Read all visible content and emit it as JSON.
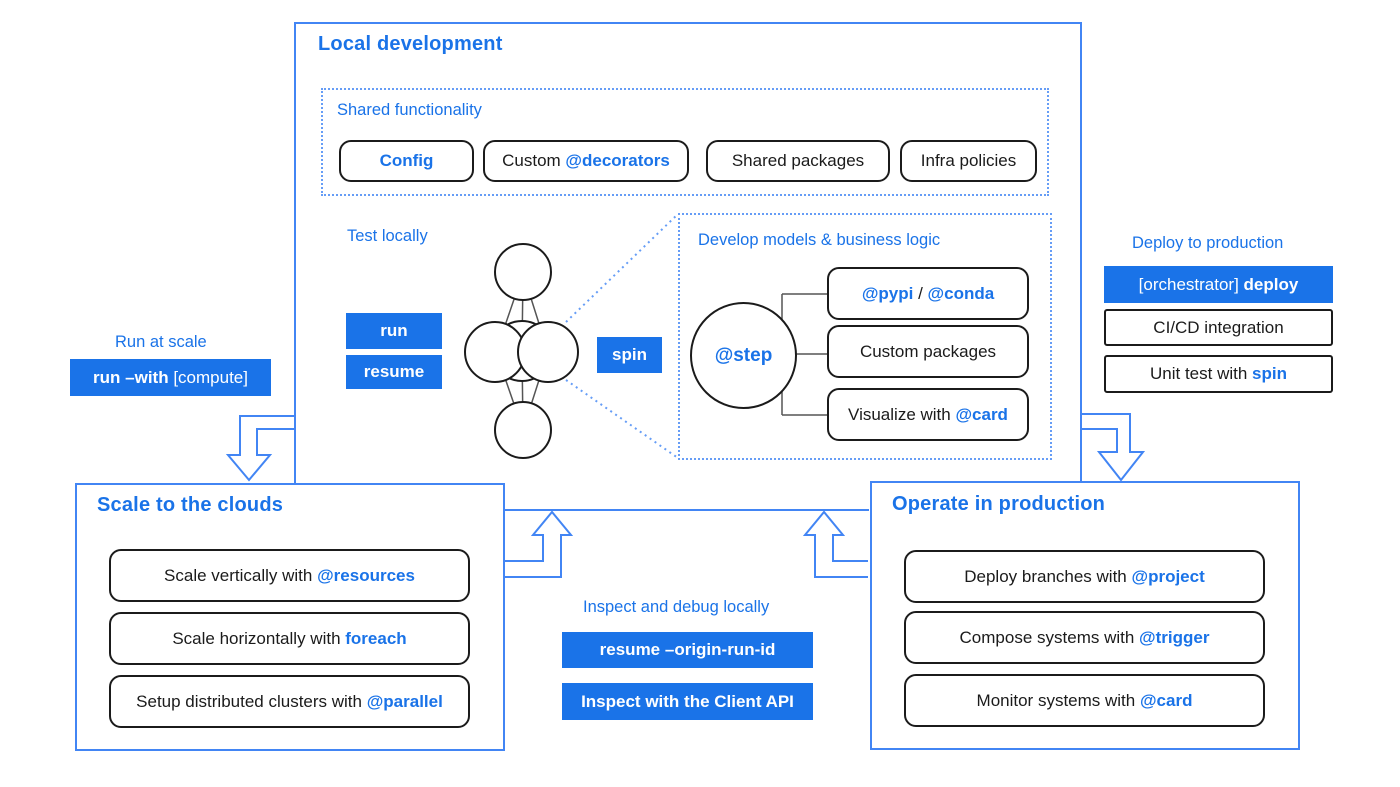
{
  "colors": {
    "accent_text": "#1a73e8",
    "button_fill": "#1a73e8",
    "frame_border": "#4285f4",
    "dotted_border": "#669df6",
    "item_border": "#1b1b1b",
    "background": "#ffffff"
  },
  "local_dev": {
    "title": "Local development",
    "shared": {
      "title": "Shared functionality",
      "items": [
        {
          "b": "Config"
        },
        {
          "a": "Custom ",
          "b": "@decorators"
        },
        {
          "a": "Shared packages"
        },
        {
          "a": "Infra policies"
        }
      ]
    },
    "test_locally": {
      "label": "Test locally",
      "run": "run",
      "resume": "resume",
      "spin": "spin"
    },
    "develop": {
      "title": "Develop models & business logic",
      "step": "@step",
      "items": [
        {
          "b": "@pypi",
          "c": " / ",
          "d": "@conda"
        },
        {
          "a": "Custom packages"
        },
        {
          "a": "Visualize with ",
          "b": "@card"
        }
      ]
    }
  },
  "run_at_scale": {
    "label": "Run at scale",
    "button": {
      "b": "run –with",
      "c": " [compute]"
    }
  },
  "deploy_to_production": {
    "label": "Deploy to production",
    "button": {
      "a": "[orchestrator] ",
      "b": "deploy"
    },
    "items": [
      {
        "a": "CI/CD integration"
      },
      {
        "a": "Unit test with ",
        "b": "spin"
      }
    ]
  },
  "scale_clouds": {
    "title": "Scale to the clouds",
    "items": [
      {
        "a": "Scale vertically with ",
        "b": "@resources"
      },
      {
        "a": "Scale horizontally with ",
        "b": "foreach"
      },
      {
        "a": "Setup distributed clusters with ",
        "b": "@parallel"
      }
    ]
  },
  "inspect_debug": {
    "label": "Inspect and debug locally",
    "buttons": [
      {
        "b": "resume –origin-run-id"
      },
      {
        "b": "Inspect with the Client API"
      }
    ]
  },
  "operate_production": {
    "title": "Operate in production",
    "items": [
      {
        "a": "Deploy branches with ",
        "b": "@project"
      },
      {
        "a": "Compose systems with ",
        "b": "@trigger"
      },
      {
        "a": "Monitor systems with ",
        "b": "@card"
      }
    ]
  }
}
